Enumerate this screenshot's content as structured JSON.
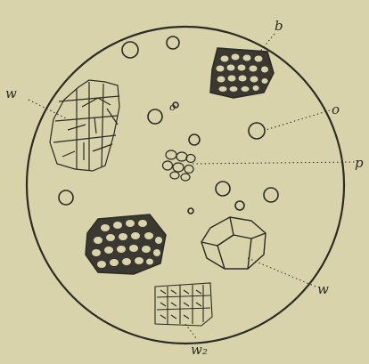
{
  "figure": {
    "labels": {
      "b": "b",
      "o": "o",
      "o_small": "o",
      "w_left": "w",
      "p": "p",
      "w_right": "w",
      "w2": "w₂"
    },
    "colors": {
      "paper": "#d9d3ab",
      "ink": "#2b2a24"
    }
  }
}
